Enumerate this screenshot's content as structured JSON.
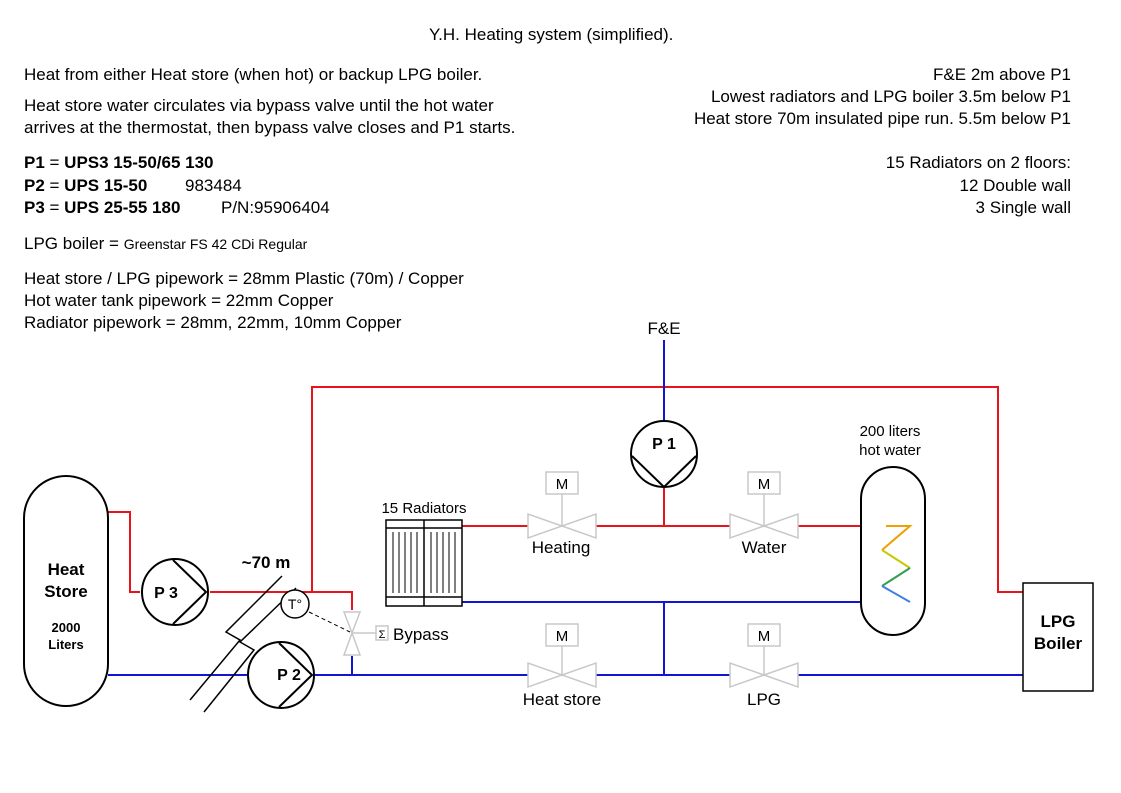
{
  "title": "Y.H. Heating system (simplified).",
  "notes_left": {
    "line1": "Heat from either Heat store (when hot) or backup LPG boiler.",
    "line2a": "Heat store water circulates via bypass valve until the hot water",
    "line2b": "arrives at the thermostat, then bypass valve closes and P1 starts.",
    "pumps": [
      {
        "label": "P1",
        "eq": " = ",
        "model": "UPS3 15-50/65 130",
        "extra": ""
      },
      {
        "label": "P2",
        "eq": " = ",
        "model": "UPS 15-50",
        "extra": "983484"
      },
      {
        "label": "P3",
        "eq": " = ",
        "model": "UPS 25-55 180",
        "extra": "P/N:95906404"
      }
    ],
    "boiler_prefix": "LPG boiler = ",
    "boiler_model": "Greenstar FS 42 CDi Regular",
    "pipe1": "Heat store / LPG pipework = 28mm Plastic (70m) / Copper",
    "pipe2": "Hot water tank pipework = 22mm Copper",
    "pipe3": "Radiator pipework = 28mm, 22mm, 10mm Copper"
  },
  "notes_right": {
    "l1": "F&E  2m above P1",
    "l2": "Lowest radiators and LPG boiler 3.5m below P1",
    "l3": "Heat store 70m insulated pipe run. 5.5m below P1",
    "r1": "15 Radiators on 2 floors:",
    "r2": "12 Double wall",
    "r3": "3 Single wall"
  },
  "diagram": {
    "fe": "F&E",
    "heat_store": [
      "Heat",
      "Store"
    ],
    "heat_store_cap": [
      "2000",
      "Liters"
    ],
    "pump_p1": "P 1",
    "pump_p2": "P 2",
    "pump_p3": "P 3",
    "distance": "~70 m",
    "thermostat": "T°",
    "bypass": "Bypass",
    "radiators": "15 Radiators",
    "valve_heating": "Heating",
    "valve_water": "Water",
    "valve_heatstore": "Heat store",
    "valve_lpg": "LPG",
    "motor": "M",
    "tank": [
      "200 liters",
      "hot water"
    ],
    "boiler": [
      "LPG",
      "Boiler"
    ]
  },
  "colors": {
    "flow": "#e8141c",
    "return": "#1414d4",
    "outline": "#000000",
    "valve": "#c8c8c8"
  }
}
